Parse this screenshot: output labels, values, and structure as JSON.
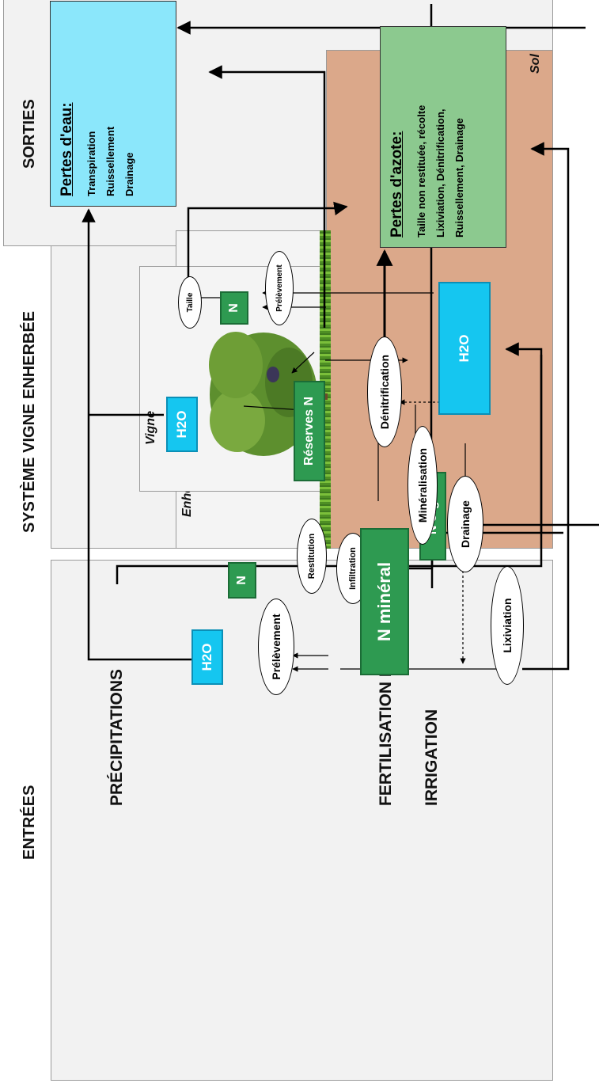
{
  "sections": {
    "inputs": "ENTRÉES",
    "system": "SYSTÈME VIGNE ENHERBÉE",
    "outputs": "SORTIES"
  },
  "inputs": {
    "precipitations": "PRÉCIPITATIONS",
    "fertilisation": "FERTILISATION N",
    "irrigation": "IRRIGATION"
  },
  "zones": {
    "enherbement": "Enherbement",
    "vigne": "Vigne",
    "sol": "Sol"
  },
  "nodes": {
    "infiltration": "Infiltration",
    "n_mineral": "N minéral",
    "n_org": "N org.",
    "lixiviation": "Lixiviation",
    "drainage": "Drainage",
    "mineralisation": "Minéralisation",
    "denitrification": "Dénitrification",
    "h2o_sol": "H2O",
    "prelevement_enh": "Prélèvement",
    "h2o_enh": "H2O",
    "n_enh": "N",
    "restitution": "Restitution",
    "h2o_vigne": "H2O",
    "reserves_n": "Réserves N",
    "n_vigne": "N",
    "taille": "Taille",
    "prelevement_vigne": "Prélèvement"
  },
  "outputs": {
    "water": {
      "title": "Pertes d'eau:",
      "lines": [
        "Transpiration",
        "Ruissellement",
        "Drainage"
      ]
    },
    "nitrogen": {
      "title": "Pertes d'azote:",
      "lines": [
        "Taille non restituée, récolte",
        "Lixiviation, Dénitrification,",
        "Ruissellement, Drainage"
      ]
    }
  },
  "colors": {
    "soil": "#dba88a",
    "water_box": "#15c6f0",
    "water_loss": "#8be7fb",
    "nitrogen_box": "#2e9a51",
    "nitrogen_loss": "#8cc98f",
    "panel": "#f2f2f2"
  }
}
